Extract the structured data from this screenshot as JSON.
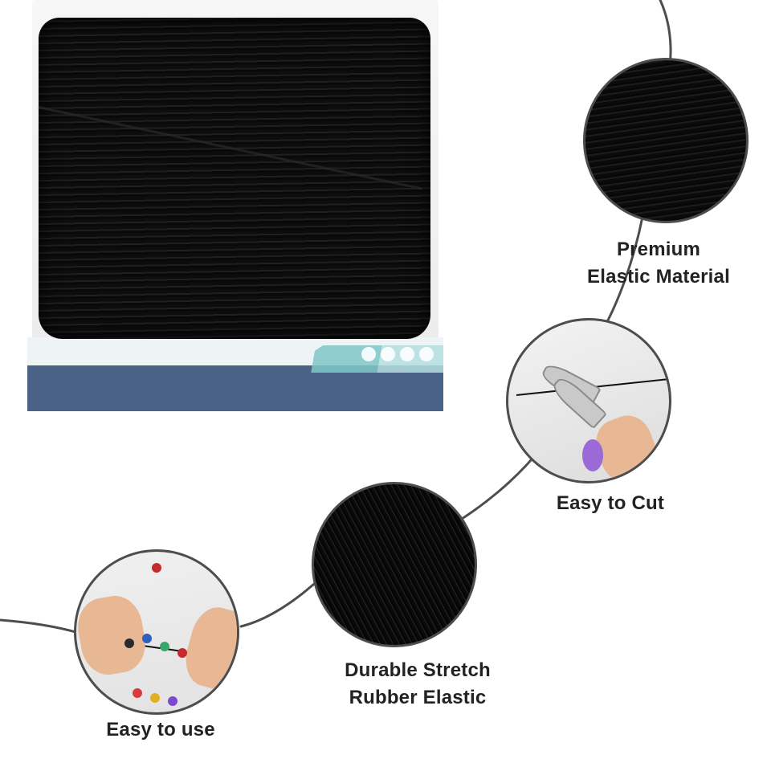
{
  "features": {
    "premium": {
      "line1": "Premium",
      "line2": "Elastic Material"
    },
    "cut": {
      "line1": "Easy to Cut"
    },
    "stretch": {
      "line1": "Durable Stretch",
      "line2": "Rubber Elastic"
    },
    "use": {
      "line1": "Easy to use"
    }
  },
  "colors": {
    "connector": "#4d4d4d",
    "label_text": "#222222",
    "cord": "#0b0b0b",
    "card_band": "#4a6286"
  }
}
